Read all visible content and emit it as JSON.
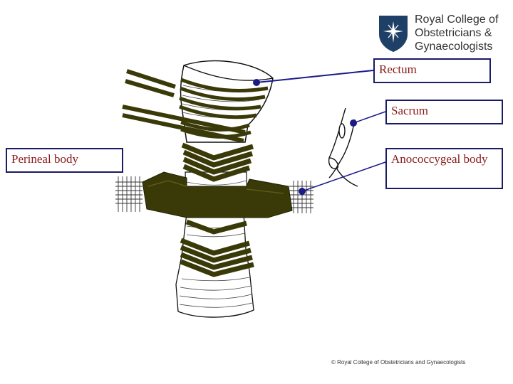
{
  "labels": {
    "rectum": "Rectum",
    "sacrum": "Sacrum",
    "perineal_body": "Perineal body",
    "anococcygeal_body": "Anococcygeal body"
  },
  "logo": {
    "line1": "Royal College of",
    "line2": "Obstetricians &",
    "line3": "Gynaecologists"
  },
  "copyright": "© Royal College of Obstetricians and Gynaecologists",
  "colors": {
    "muscle": "#3a3a08",
    "label_text": "#8b1a1a",
    "label_border": "#1a1a66",
    "pointer": "#1a1a88",
    "logo_shield": "#1e3f66"
  }
}
